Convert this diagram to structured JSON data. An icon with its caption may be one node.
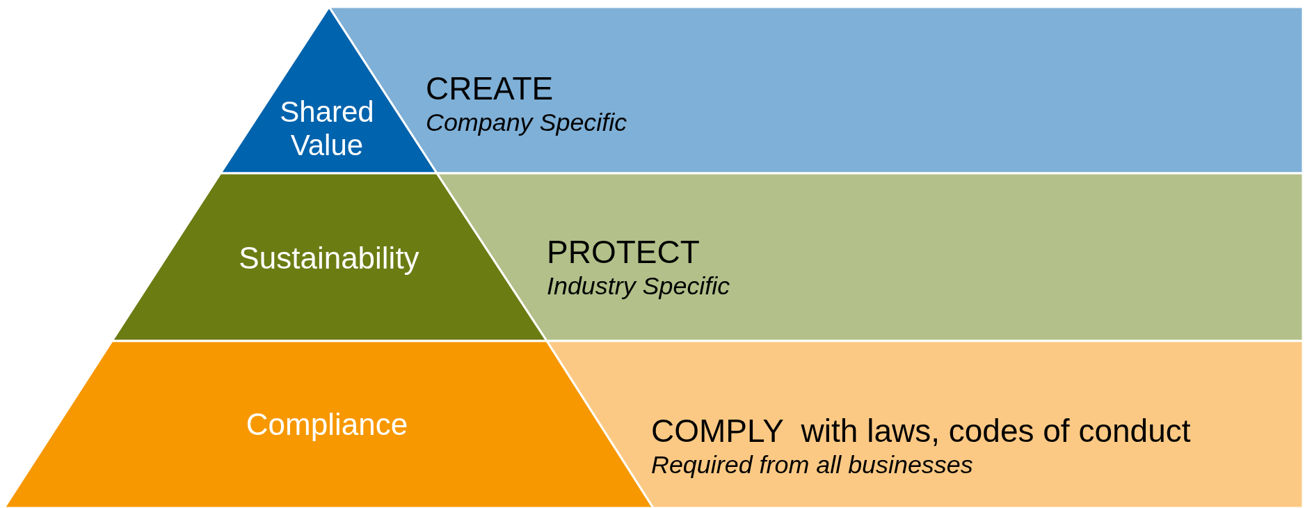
{
  "diagram": {
    "nodes": [
      {
        "text": [
          "Shared Value"
        ]
      },
      {
        "text": [
          "CREATE",
          "Company Specific"
        ]
      },
      {
        "text": [
          "Sustainability"
        ]
      },
      {
        "text": [
          "PROTECT",
          "Industry Specific"
        ]
      },
      {
        "text": [
          "Compliance"
        ]
      },
      {
        "text": [
          "COMPLY  with laws, codes of conduct",
          "Required from all businesses"
        ]
      }
    ]
  }
}
